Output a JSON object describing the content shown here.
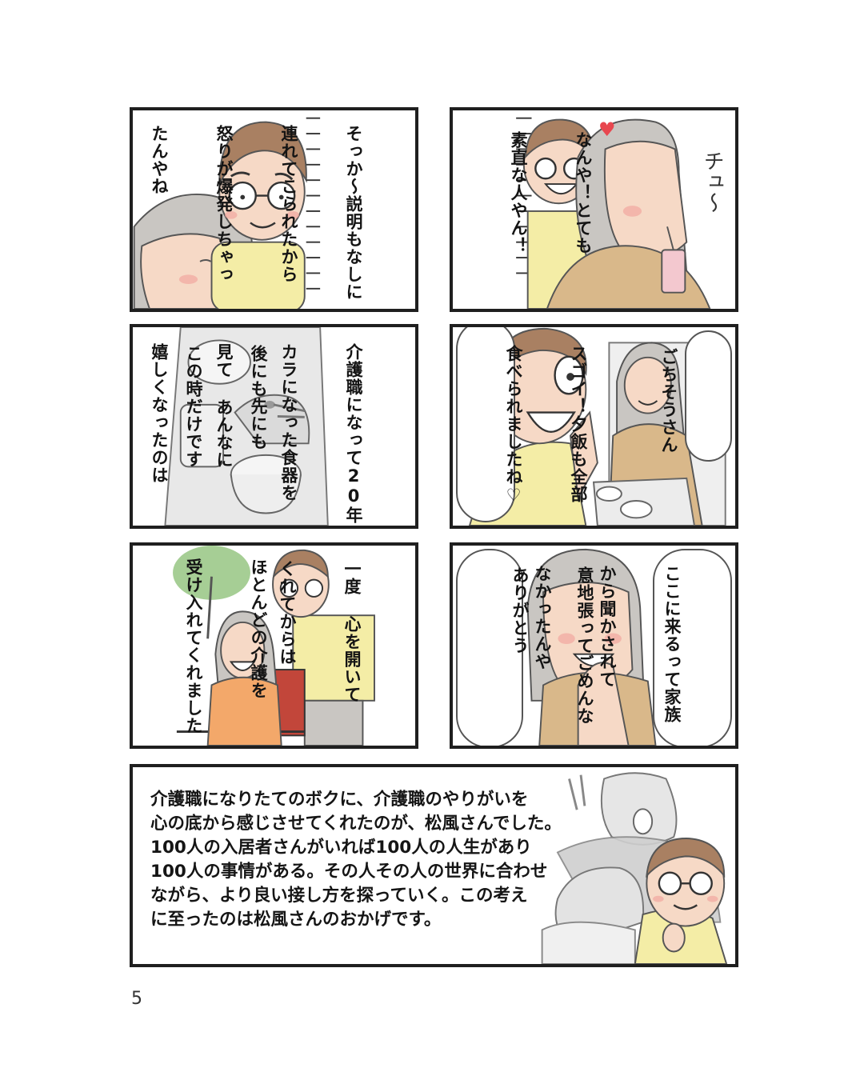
{
  "page": {
    "number": "5",
    "colors": {
      "border": "#1f1f1f",
      "skin": "#f6d9c6",
      "hair_brown": "#a98062",
      "shirt_yellow": "#f4eda6",
      "hair_gray": "#c9c6c2",
      "pattern_gold": "#d9b88a",
      "blush": "#f2a7a0",
      "heart": "#e8474f"
    }
  },
  "panels": [
    {
      "id": "p1",
      "text_lines": [
        "そっか～説明もなしに",
        "連れてこられたから",
        "怒りが爆発しちゃっ",
        "たんやね"
      ]
    },
    {
      "id": "p2",
      "text_lines": [
        "なんや！とても",
        "素直な人やん！"
      ],
      "sfx": "チュ～",
      "heart": "♥"
    },
    {
      "id": "p3",
      "text_lines": [
        "介護職になって20年",
        "カラになった食器を",
        "見て あんなに",
        "嬉しくなったのは"
      ],
      "text_lines_b": [
        "後にも先にも",
        "この時だけです"
      ]
    },
    {
      "id": "p4",
      "text_lines": [
        "ごちそうさん"
      ],
      "text_lines_b": [
        "スゴイ！夕飯も全部",
        "食べられましたね♡"
      ]
    },
    {
      "id": "p5",
      "text_lines": [
        "一度 心を開いて",
        "くれてからは"
      ],
      "text_lines_b": [
        "ほとんどの介護を",
        "受け入れてくれました"
      ]
    },
    {
      "id": "p6",
      "text_lines": [
        "ここに来るって家族",
        "から聞かされて",
        "なかったんや"
      ],
      "text_lines_b": [
        "意地張ってごめんな",
        "ありがとう"
      ]
    }
  ],
  "bottom_panel": {
    "narration_lines": [
      "介護職になりたてのボクに、介護職のやりがいを",
      "心の底から感じさせてくれたのが、松風さんでした。",
      "100人の入居者さんがいれば100人の人生があり",
      "100人の事情がある。その人その人の世界に合わせ",
      "ながら、より良い接し方を探っていく。この考え",
      "に至ったのは松風さんのおかげです。"
    ]
  }
}
